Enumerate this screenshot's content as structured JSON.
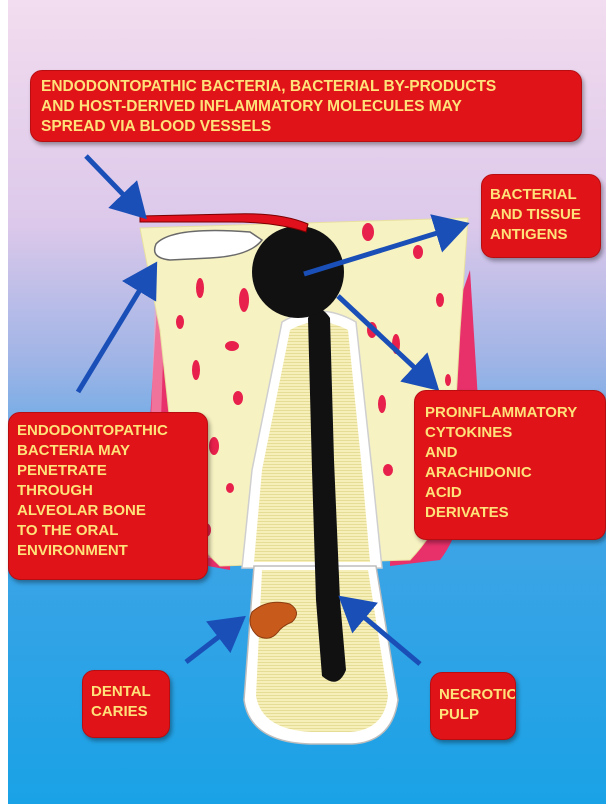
{
  "labels": {
    "spread": [
      "ENDODONTOPATHIC BACTERIA, BACTERIAL BY-PRODUCTS",
      "AND HOST-DERIVED INFLAMMATORY MOLECULES MAY",
      "SPREAD VIA BLOOD VESSELS"
    ],
    "antigens": [
      "BACTERIAL",
      "AND TISSUE",
      "ANTIGENS"
    ],
    "bacteria_bone": [
      "ENDODONTOPATHIC",
      "BACTERIA MAY",
      "PENETRATE",
      "THROUGH",
      "ALVEOLAR  BONE",
      "TO THE ORAL",
      "ENVIRONMENT"
    ],
    "cytokines": [
      "PROINFLAMMATORY",
      "CYTOKINES",
      "AND",
      "ARACHIDONIC",
      "ACID",
      "DERIVATES"
    ],
    "caries": [
      "DENTAL",
      "CARIES"
    ],
    "pulp": [
      "NECROTIC",
      "PULP"
    ]
  },
  "colors": {
    "callout_fill": "#e01418",
    "callout_text": "#ffe27a",
    "arrow": "#1a4fb8",
    "bone": "#f7f2c2",
    "gum": "#e8306a",
    "lesion": "#111111",
    "caries": "#c85a1c",
    "sky_top": "#f3d8ec",
    "sky_bottom": "#1fa4e8"
  }
}
